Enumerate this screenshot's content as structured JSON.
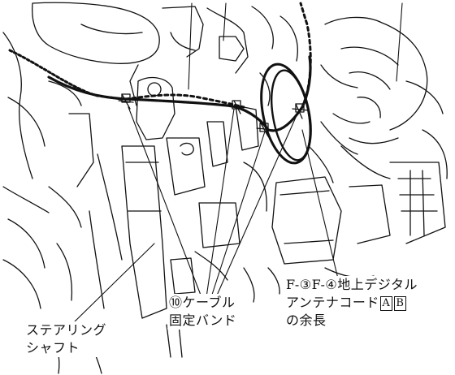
{
  "labels": {
    "band": {
      "line1": "⑩ケーブル",
      "line2": "固定バンド"
    },
    "antenna": {
      "line1": "F-③F-④地上デジタル",
      "line2_prefix": "アンテナコード",
      "box_a": "A",
      "box_b": "B",
      "line3": "の余長"
    },
    "steering": {
      "line1": "ステアリング",
      "line2": "シャフト"
    }
  },
  "colors": {
    "ink": "#111111",
    "background": "#ffffff"
  }
}
